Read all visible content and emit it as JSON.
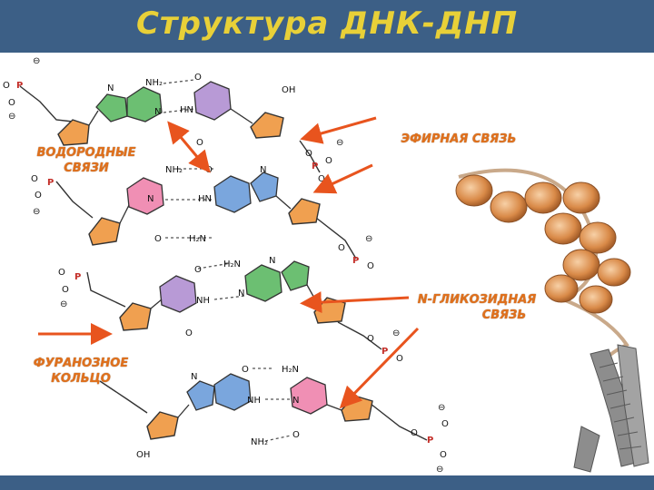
{
  "title": "Структура ДНК-ДНП",
  "labels": {
    "hydrogen_bonds": [
      "ВОДОРОДНЫЕ",
      "СВЯЗИ"
    ],
    "ester_bond": "ЭФИРНАЯ СВЯЗЬ",
    "glycosidic_bond": [
      "N-ГЛИКОЗИДНАЯ",
      "СВЯЗЬ"
    ],
    "furanose_ring": [
      "ФУРАНОЗНОЕ",
      "КОЛЬЦО"
    ]
  },
  "chem": {
    "minus": "⊖",
    "O": "O",
    "P": "P",
    "N": "N",
    "OH": "OH",
    "NH2": "NH₂",
    "H2N": "H₂N",
    "HN": "HN",
    "NH": "NH"
  },
  "colors": {
    "title_bar": "#3c5f86",
    "title_text": "#e8d038",
    "label_text": "#e0701c",
    "arrow": "#e8541e",
    "sugar": "#f0a050",
    "purine_green": "#6cbf72",
    "pyrimidine_purple": "#b89ad6",
    "pyrimidine_pink": "#f08fb4",
    "purine_blue": "#7aa6dd"
  }
}
